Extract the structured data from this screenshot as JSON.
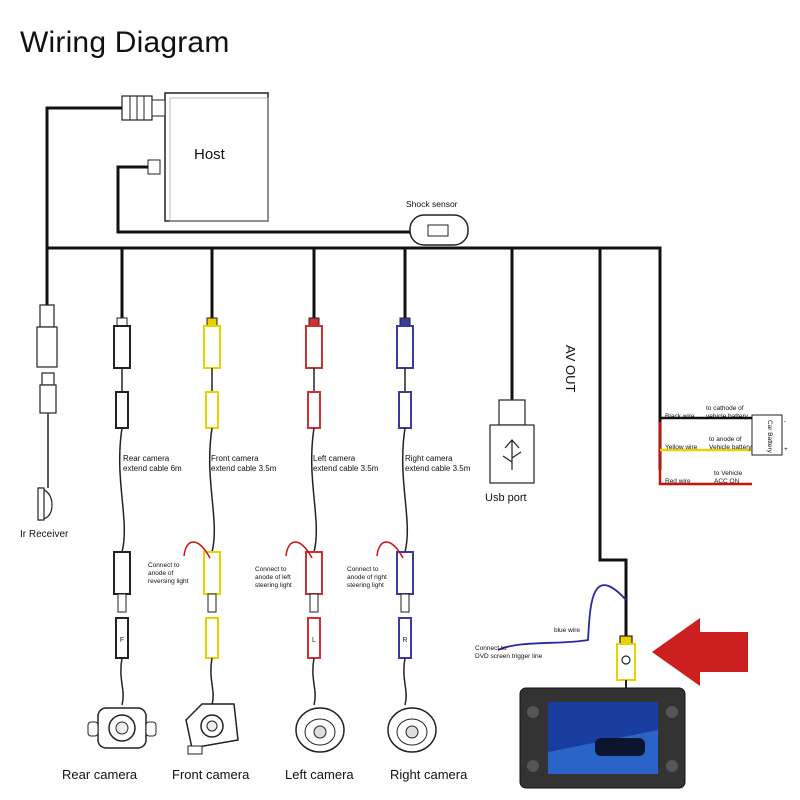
{
  "title": "Wiring Diagram",
  "host": "Host",
  "shock_sensor": "Shock sensor",
  "av_out": "AV OUT",
  "ir_receiver": "Ir Receiver",
  "usb_port": "Usb port",
  "cables": {
    "rear": [
      "Rear camera",
      "extend cable 6m"
    ],
    "front": [
      "Front camera",
      "extend cable 3.5m"
    ],
    "left": [
      "Left camera",
      "extend cable 3.5m"
    ],
    "right": [
      "Right camera",
      "extend cable 3.5m"
    ]
  },
  "connect": {
    "front": [
      "Connect to",
      "anode of",
      "reversing light"
    ],
    "left": [
      "Connect to",
      "anode of left",
      "steering  light"
    ],
    "right": [
      "Connect to",
      "anode of right",
      "steering  light"
    ],
    "dvd": [
      "Connect to",
      "DVD screen trigger line"
    ]
  },
  "blue_wire": "blue wire",
  "power": {
    "black": "Black wire",
    "black_to": [
      "to cathode of",
      "vehicle battery"
    ],
    "yellow": "Yellow wire",
    "yellow_to": [
      "to anode of",
      "Vehicle battery"
    ],
    "red": "Red wire",
    "red_to": [
      "to Vehicle",
      "ACC ON"
    ],
    "battery": "Car Battery",
    "minus": "-",
    "plus": "+"
  },
  "cameras": [
    "Rear camera",
    "Front camera",
    "Left camera",
    "Right camera"
  ],
  "plug_letters": {
    "rear": "F",
    "left": "L",
    "right": "R"
  },
  "colors": {
    "wire": "#111111",
    "yellow_plug": "#e8d300",
    "red_plug": "#d23030",
    "blue_plug": "#3a3aa0",
    "arrow": "#cc1f1f",
    "blue_wire": "#2a2aa0",
    "red_wire": "#cc1111"
  }
}
